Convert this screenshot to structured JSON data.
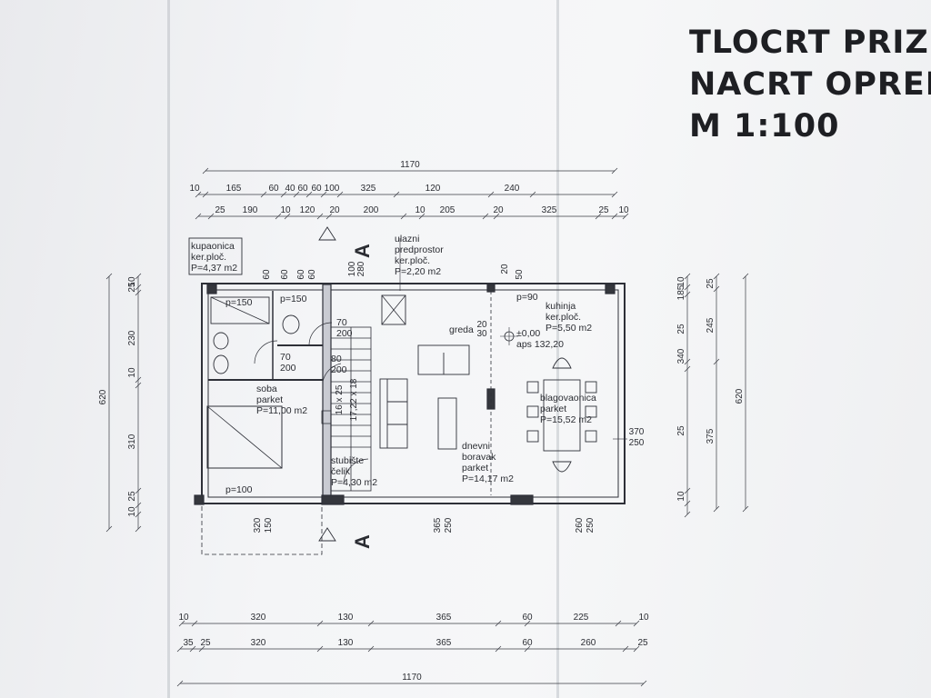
{
  "title": {
    "lines": [
      "TLOCRT PRIZE",
      "NACRT OPREM",
      "M 1:100"
    ]
  },
  "dimensions": {
    "top_total": "1170",
    "top_row1": [
      "10",
      "165",
      "60",
      "40",
      "60",
      "60",
      "100",
      "325",
      "120",
      "240"
    ],
    "top_row2": [
      "25",
      "190",
      "10",
      "120",
      "20",
      "200",
      "10",
      "205",
      "20",
      "325",
      "25",
      "10"
    ],
    "bottom_row1": [
      "10",
      "320",
      "130",
      "365",
      "60",
      "225",
      "10"
    ],
    "bottom_row2": [
      "35",
      "25",
      "320",
      "130",
      "365",
      "60",
      "260",
      "25"
    ],
    "bottom_total": "1170",
    "left_outer": [
      "620"
    ],
    "left_inner": [
      "25",
      "10",
      "230",
      "10",
      "310",
      "25",
      "10"
    ],
    "right_inner": [
      "10",
      "185",
      "25",
      "340",
      "25",
      "10"
    ],
    "right_mid": [
      "25",
      "245",
      "375"
    ],
    "right_outer": [
      "620"
    ],
    "openings": [
      "60",
      "60",
      "60",
      "60",
      "100",
      "280",
      "20",
      "50",
      "320",
      "150",
      "365",
      "250",
      "260",
      "250",
      "370",
      "250"
    ]
  },
  "rooms": {
    "bathroom": [
      "kupaonica",
      "ker.ploč.",
      "P=4,37 m2"
    ],
    "entrance": [
      "ulazni",
      "predprostor",
      "ker.ploč.",
      "P=2,20 m2"
    ],
    "kitchen": [
      "kuhinja",
      "ker.ploč.",
      "P=5,50 m2"
    ],
    "bedroom": [
      "soba",
      "parket",
      "P=11,00 m2"
    ],
    "dining": [
      "blagovaonica",
      "parket",
      "P=15,52 m2"
    ],
    "living": [
      "dnevni",
      "boravak",
      "parket",
      "P=14,17 m2"
    ],
    "stairs": [
      "stubište",
      "čelik",
      "P=4,30 m2"
    ]
  },
  "labels": {
    "p150a": "p=150",
    "p150b": "p=150",
    "p90": "p=90",
    "p100": "p=100",
    "door1": [
      "70",
      "200"
    ],
    "door2": [
      "70",
      "200"
    ],
    "door3": [
      "80",
      "200"
    ],
    "stair_steps": [
      "16 x 25",
      "17,22 x 18"
    ],
    "beam": "greda",
    "beam_size": [
      "20",
      "30"
    ],
    "level": [
      "±0,00",
      "aps 132,20"
    ],
    "section": "A"
  }
}
